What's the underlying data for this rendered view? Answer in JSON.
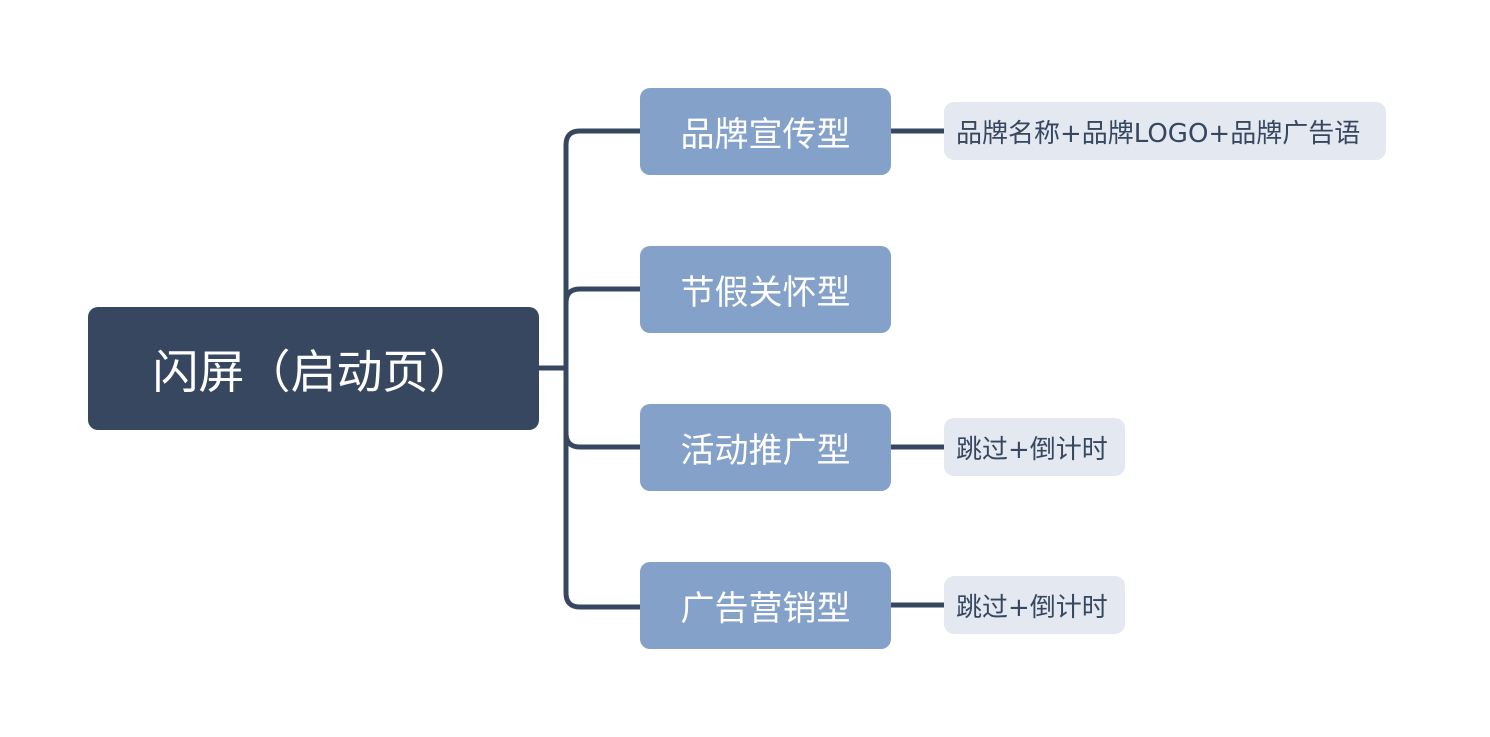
{
  "diagram": {
    "root": {
      "label": "闪屏（启动页）"
    },
    "branches": [
      {
        "label": "品牌宣传型",
        "detail": "品牌名称+品牌LOGO+品牌广告语"
      },
      {
        "label": "节假关怀型"
      },
      {
        "label": "活动推广型",
        "detail": "跳过+倒计时"
      },
      {
        "label": "广告营销型",
        "detail": "跳过+倒计时"
      }
    ]
  },
  "colors": {
    "root_fill": "#36475f",
    "branch_fill": "#84a1c9",
    "leaf_fill": "#e4e9f1",
    "connector": "#36475f",
    "leaf_text": "#36475f"
  }
}
